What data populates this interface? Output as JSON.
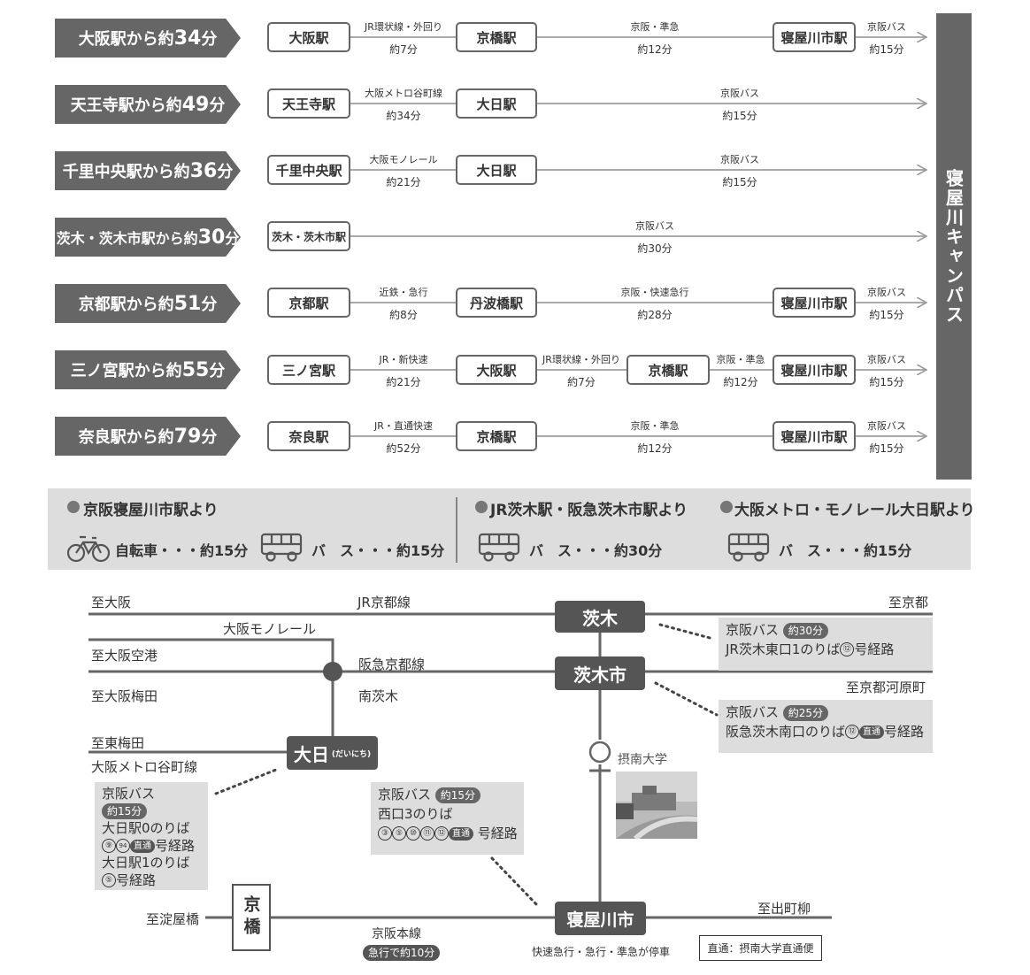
{
  "routes": [
    {
      "label_pre": "大阪駅から約",
      "label_num": "34",
      "label_post": "分",
      "stations": [
        "大阪駅",
        "京橋駅",
        "寝屋川市駅"
      ],
      "segments": [
        {
          "top": "JR環状線・外回り",
          "bot": "約7分"
        },
        {
          "top": "京阪・準急",
          "bot": "約12分"
        },
        {
          "top": "京阪バス",
          "bot": "約15分"
        }
      ]
    },
    {
      "label_pre": "天王寺駅から約",
      "label_num": "49",
      "label_post": "分",
      "stations": [
        "天王寺駅",
        "大日駅"
      ],
      "segments": [
        {
          "top": "大阪メトロ谷町線",
          "bot": "約34分"
        },
        {
          "top": "京阪バス",
          "bot": "約15分"
        }
      ]
    },
    {
      "label_pre": "千里中央駅から約",
      "label_num": "36",
      "label_post": "分",
      "stations": [
        "千里中央駅",
        "大日駅"
      ],
      "segments": [
        {
          "top": "大阪モノレール",
          "bot": "約21分"
        },
        {
          "top": "京阪バス",
          "bot": "約15分"
        }
      ]
    },
    {
      "label_pre": "茨木・茨木市駅から約",
      "label_num": "30",
      "label_post": "分",
      "stations": [
        "茨木・茨木市駅"
      ],
      "segments": [
        {
          "top": "京阪バス",
          "bot": "約30分"
        }
      ]
    },
    {
      "label_pre": "京都駅から約",
      "label_num": "51",
      "label_post": "分",
      "stations": [
        "京都駅",
        "丹波橋駅",
        "寝屋川市駅"
      ],
      "segments": [
        {
          "top": "近鉄・急行",
          "bot": "約8分"
        },
        {
          "top": "京阪・快速急行",
          "bot": "約28分"
        },
        {
          "top": "京阪バス",
          "bot": "約15分"
        }
      ]
    },
    {
      "label_pre": "三ノ宮駅から約",
      "label_num": "55",
      "label_post": "分",
      "stations": [
        "三ノ宮駅",
        "大阪駅",
        "京橋駅",
        "寝屋川市駅"
      ],
      "segments": [
        {
          "top": "JR・新快速",
          "bot": "約21分"
        },
        {
          "top": "JR環状線・外回り",
          "bot": "約7分"
        },
        {
          "top": "京阪・準急",
          "bot": "約12分"
        },
        {
          "top": "京阪バス",
          "bot": "約15分"
        }
      ]
    },
    {
      "label_pre": "奈良駅から約",
      "label_num": "79",
      "label_post": "分",
      "stations": [
        "奈良駅",
        "京橋駅",
        "寝屋川市駅"
      ],
      "segments": [
        {
          "top": "JR・直通快速",
          "bot": "約52分"
        },
        {
          "top": "京阪・準急",
          "bot": "約12分"
        },
        {
          "top": "京阪バス",
          "bot": "約15分"
        }
      ]
    }
  ],
  "campus": "寝屋川キャンパス",
  "access": {
    "g1": {
      "head": "京阪寝屋川市駅より",
      "bike": "自転車・・・約15分",
      "bus": "バ　ス・・・約15分"
    },
    "g2": {
      "head": "JR茨木駅・阪急茨木市駅より",
      "bus": "バ　ス・・・約30分"
    },
    "g3": {
      "head": "大阪メトロ・モノレール大日駅より",
      "bus": "バ　ス・・・約15分"
    }
  },
  "map": {
    "to_osaka": "至大阪",
    "jr_kyoto_line": "JR京都線",
    "to_kyoto": "至京都",
    "osaka_monorail": "大阪モノレール",
    "to_osaka_airport": "至大阪空港",
    "hankyu_kyoto_line": "阪急京都線",
    "to_osaka_umeda": "至大阪梅田",
    "minami_ibaraki": "南茨木",
    "to_kyoto_kawaramachi": "至京都河原町",
    "to_higashi_umeda": "至東梅田",
    "metro_tanimachi": "大阪メトロ谷町線",
    "ibaraki": "茨木",
    "ibaraki_shi": "茨木市",
    "dainichi": "大日",
    "dainichi_reading": "(だいにち)",
    "setsunan": "摂南大学",
    "kyobashi": "京橋",
    "neyagawashi": "寝屋川市",
    "to_yodoyabashi": "至淀屋橋",
    "keihan_main": "京阪本線",
    "express_time": "急行で約10分",
    "to_demachiyanagi": "至出町柳",
    "stops_note": "快速急行・急行・準急が停車",
    "legend": "直通：摂南大学直通便",
    "box_ibaraki": {
      "line1": "京阪バス",
      "pill": "約30分",
      "line2_pre": "JR茨木東口1のりば",
      "circ": "⑫",
      "line2_post": "号経路"
    },
    "box_ibarakishi": {
      "line1": "京阪バス",
      "pill": "約25分",
      "line2_pre": "阪急茨木南口のりば",
      "circ": "⑫",
      "pill2": "直通",
      "line2_post": "号経路"
    },
    "box_dainichi": {
      "line1": "京阪バス",
      "pill": "約15分",
      "l2": "大日駅0のりば",
      "l3_c1": "⑨",
      "l3_c2": "94",
      "l3_pill": "直通",
      "l3_post": "号経路",
      "l4": "大日駅1のりば",
      "l5_c": "⑤",
      "l5_post": "号経路"
    },
    "box_neyagawa": {
      "line1": "京阪バス",
      "pill": "約15分",
      "l2": "西口3のりば",
      "c1": "③",
      "c2": "⑤",
      "c3": "⑩",
      "c4": "⑪",
      "c5": "⑫",
      "pill2": "直通",
      "post": "号経路"
    }
  }
}
